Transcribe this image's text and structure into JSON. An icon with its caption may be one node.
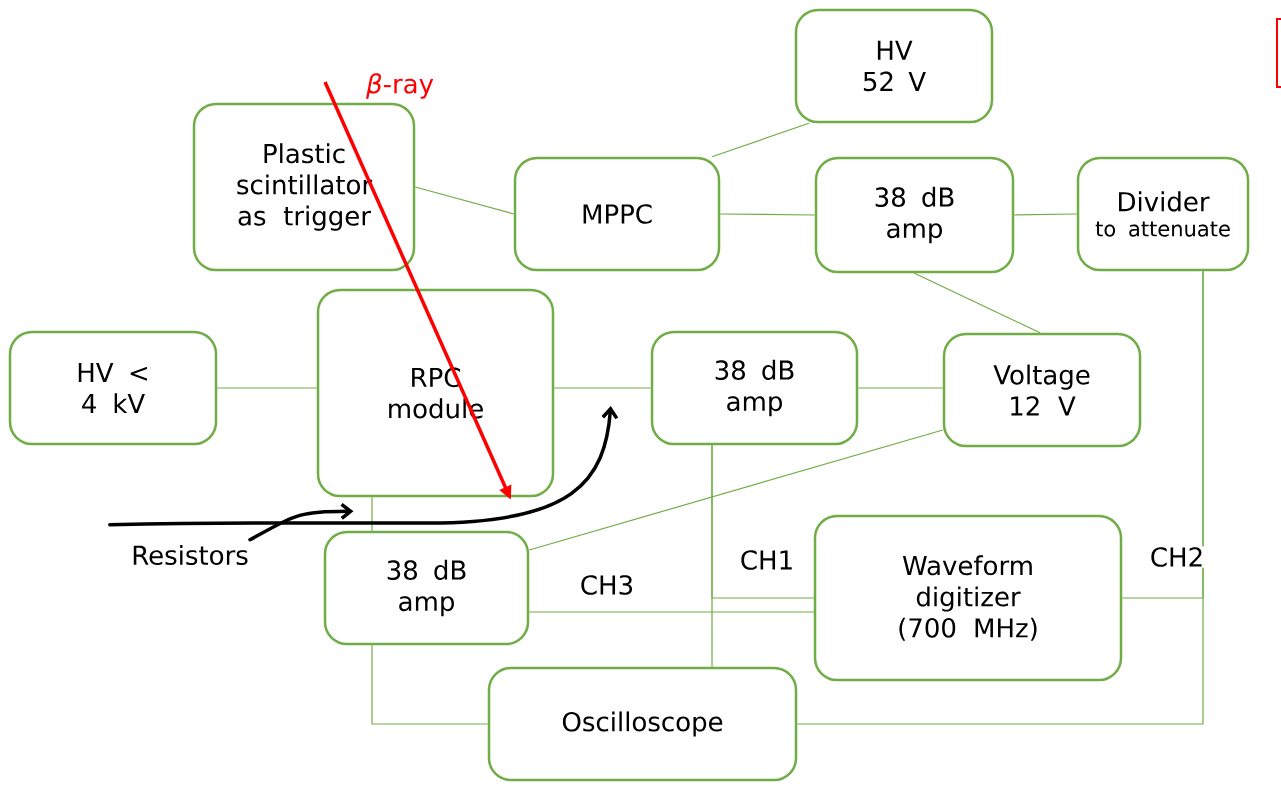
{
  "diagram": {
    "nodes": [
      {
        "text": [
          "HV 52 V"
        ]
      },
      {
        "text": [
          "Plastic scintillator as trigger"
        ]
      },
      {
        "text": [
          "MPPC"
        ]
      },
      {
        "text": [
          "38 dB amp"
        ]
      },
      {
        "text": [
          "Divider",
          "to attenuate"
        ]
      },
      {
        "text": [
          "HV < 4 kV"
        ]
      },
      {
        "text": [
          "RPC module"
        ]
      },
      {
        "text": [
          "38 dB amp"
        ]
      },
      {
        "text": [
          "Voltage 12 V"
        ]
      },
      {
        "text": [
          "38 dB amp"
        ]
      },
      {
        "text": [
          "Waveform digitizer (700 MHz)"
        ]
      },
      {
        "text": [
          "Oscilloscope"
        ]
      },
      {
        "text": [
          "Resistors"
        ]
      }
    ],
    "edges": [
      {
        "from": 1,
        "to": 2,
        "arrow": "none"
      },
      {
        "from": 0,
        "to": 2,
        "arrow": "none"
      },
      {
        "from": 2,
        "to": 3,
        "arrow": "none"
      },
      {
        "from": 3,
        "to": 4,
        "arrow": "none"
      },
      {
        "from": 3,
        "to": 8,
        "arrow": "none"
      },
      {
        "from": 5,
        "to": 6,
        "arrow": "none"
      },
      {
        "from": 6,
        "to": 7,
        "arrow": "none"
      },
      {
        "from": 7,
        "to": 8,
        "arrow": "none"
      },
      {
        "from": 8,
        "to": 9,
        "arrow": "none"
      },
      {
        "from": 6,
        "to": 9,
        "arrow": "none"
      },
      {
        "from": 9,
        "to": 10,
        "arrow": "none",
        "label": "CH3"
      },
      {
        "from": 7,
        "to": 10,
        "arrow": "none",
        "label": "CH1"
      },
      {
        "from": 7,
        "to": 11,
        "arrow": "none"
      },
      {
        "from": 4,
        "to": 10,
        "arrow": "none",
        "label": "CH2"
      },
      {
        "from": 4,
        "to": 11,
        "arrow": "none"
      },
      {
        "from": 9,
        "to": 11,
        "arrow": "none"
      },
      {
        "from": 12,
        "to": 6,
        "arrow": "to",
        "style": "thick",
        "color": "#000000"
      },
      {
        "from": 12,
        "to": 7,
        "arrow": "to",
        "style": "thick",
        "color": "#000000"
      }
    ],
    "labels": [
      "*β*-ray"
    ]
  }
}
